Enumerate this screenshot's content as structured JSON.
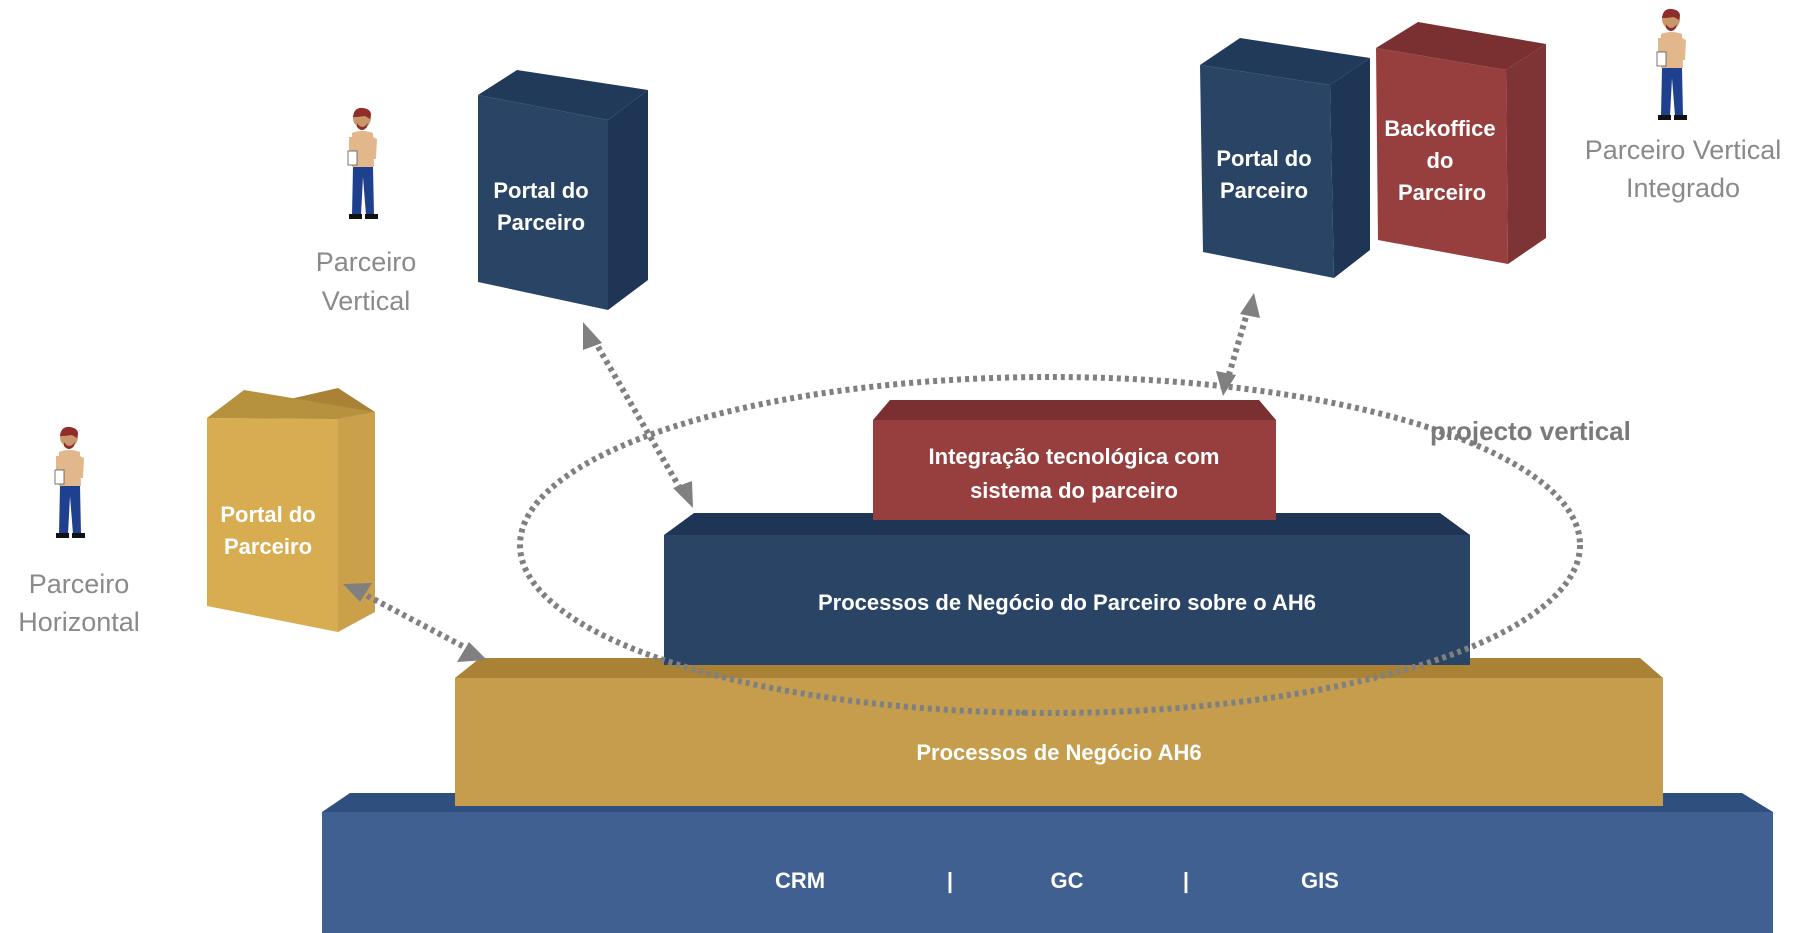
{
  "colors": {
    "navy": "#2a4466",
    "navy_top": "#223a5a",
    "navy_side": "#1e3556",
    "blue_base": "#3f6090",
    "gold": "#c59d4c",
    "gold_light": "#d8ad52",
    "red": "#973f3e",
    "red_top": "#7a2f30",
    "arrow": "#808080",
    "label_gray": "#8a8a8a"
  },
  "actors": {
    "horizontal": {
      "icon": "person-icon",
      "label_line1": "Parceiro",
      "label_line2": "Horizontal"
    },
    "vertical": {
      "icon": "person-icon",
      "label_line1": "Parceiro",
      "label_line2": "Vertical"
    },
    "vertical_integrated": {
      "icon": "person-icon",
      "label_line1": "Parceiro Vertical",
      "label_line2": "Integrado"
    }
  },
  "portals": {
    "horizontal_portal": {
      "line1": "Portal do",
      "line2": "Parceiro"
    },
    "vertical_portal": {
      "line1": "Portal do",
      "line2": "Parceiro"
    },
    "integrated_portal": {
      "line1": "Portal do",
      "line2": "Parceiro"
    },
    "backoffice": {
      "line1": "Backoffice",
      "line2": "do",
      "line3": "Parceiro"
    }
  },
  "layers": {
    "base": {
      "item1": "CRM",
      "sep1": "|",
      "item2": "GC",
      "sep2": "|",
      "item3": "GIS"
    },
    "ah6": {
      "label": "Processos de Negócio AH6"
    },
    "partner_processes": {
      "label": "Processos de Negócio do Parceiro sobre o AH6"
    },
    "integration": {
      "line1": "Integração tecnológica com",
      "line2": "sistema do parceiro"
    }
  },
  "scope": {
    "label": "projecto vertical"
  }
}
